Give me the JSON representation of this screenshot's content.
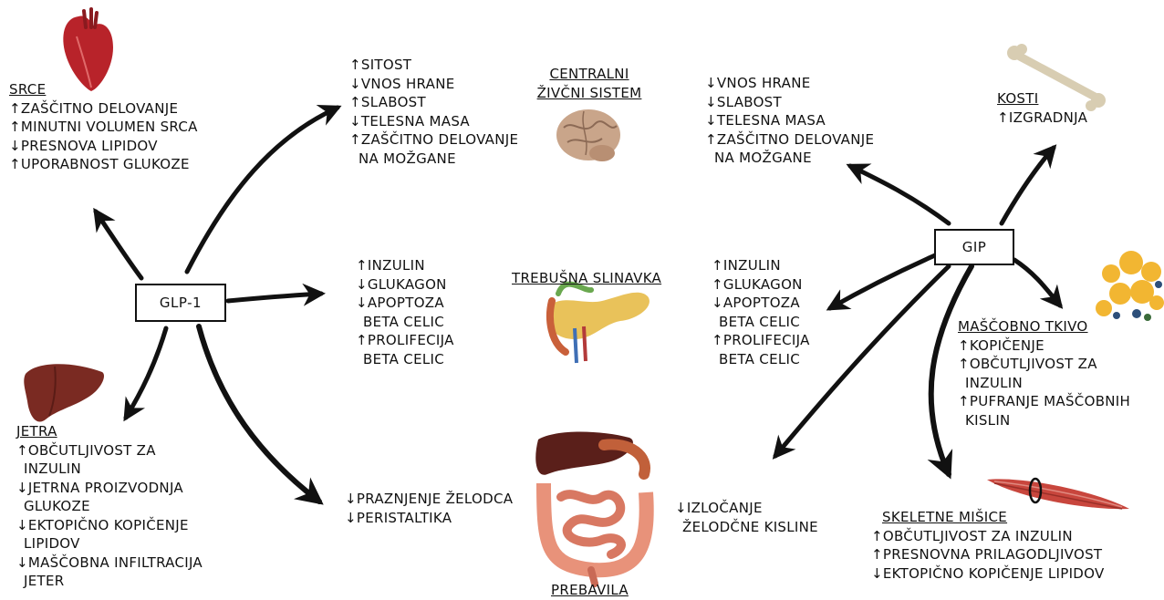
{
  "nodes": {
    "glp1": "GLP-1",
    "gip": "GIP"
  },
  "heart": {
    "title": "SRCE",
    "lines": [
      "↑ZAŠČITNO DELOVANJE",
      "↑MINUTNI VOLUMEN SRCA",
      "↓PRESNOVA LIPIDOV",
      "↑UPORABNOST GLUKOZE"
    ]
  },
  "cns_glp": {
    "lines": [
      "↑SITOST",
      "↓VNOS HRANE",
      "↑SLABOST",
      "↓TELESNA MASA",
      "↑ZAŠČITNO DELOVANJE",
      " NA MOŽGANE"
    ]
  },
  "cns": {
    "title_line1": "CENTRALNI",
    "title_line2": "ŽIVČNI SISTEM"
  },
  "cns_gip": {
    "lines": [
      "↓VNOS HRANE",
      "↓SLABOST",
      "↓TELESNA MASA",
      "↑ZAŠČITNO DELOVANJE",
      " NA MOŽGANE"
    ]
  },
  "bone": {
    "title": "KOSTI",
    "lines": [
      "↑IZGRADNJA"
    ]
  },
  "pancreas_glp": {
    "lines": [
      "↑INZULIN",
      "↓GLUKAGON",
      "↓APOPTOZA",
      " BETA CELIC",
      "↑PROLIFECIJA",
      " BETA CELIC"
    ]
  },
  "pancreas": {
    "title": "TREBUŠNA SLINAVKA"
  },
  "pancreas_gip": {
    "lines": [
      "↑INZULIN",
      "↑GLUKAGON",
      "↓APOPTOZA",
      " BETA CELIC",
      "↑PROLIFECIJA",
      " BETA CELIC"
    ]
  },
  "adipose": {
    "title": "MAŠČOBNO TKIVO",
    "lines": [
      "↑KOPIČENJE",
      "↑OBČUTLJIVOST ZA",
      " INZULIN",
      "↑PUFRANJE MAŠČOBNIH",
      " KISLIN"
    ]
  },
  "liver": {
    "title": "JETRA",
    "lines": [
      "↑OBČUTLJIVOST ZA",
      " INZULIN",
      "↓JETRNA PROIZVODNJA",
      " GLUKOZE",
      "↓EKTOPIČNO KOPIČENJE",
      " LIPIDOV",
      "↓MAŠČOBNA INFILTRACIJA",
      " JETER"
    ]
  },
  "gut_glp": {
    "lines": [
      "↓PRAZNJENJE ŽELODCA",
      "↓PERISTALTIKA"
    ]
  },
  "gut": {
    "title": "PREBAVILA"
  },
  "gut_gip": {
    "lines": [
      "↓IZLOČANJE",
      " ŽELODČNE KISLINE"
    ]
  },
  "muscle": {
    "title": "SKELETNE MIŠICE",
    "lines": [
      "↑OBČUTLJIVOST ZA INZULIN",
      "↑PRESNOVNA PRILAGODLJIVOST",
      "↓EKTOPIČNO KOPIČENJE LIPIDOV"
    ]
  },
  "icons": [
    "heart-icon",
    "brain-icon",
    "bone-icon",
    "pancreas-icon",
    "adipose-tissue-icon",
    "liver-icon",
    "digestive-tract-icon",
    "muscle-icon"
  ],
  "colors": {
    "ink": "#111111",
    "heart": "#b8232a",
    "liver": "#7a2a22",
    "brain": "#c9a58a",
    "bone": "#d8cdb2",
    "fat": "#f2b632",
    "intestine": "#e8927a",
    "muscle": "#c8463d"
  }
}
